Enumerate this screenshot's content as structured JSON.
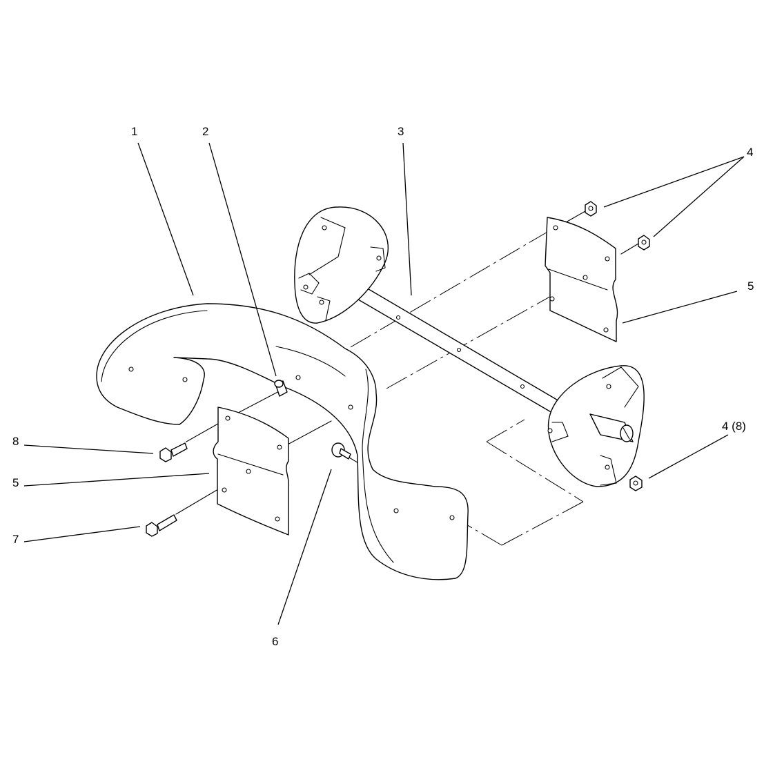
{
  "diagram": {
    "callouts": {
      "c1": "1",
      "c2": "2",
      "c3": "3",
      "c4_top": "4",
      "c5_right": "5",
      "c4_8": "4 (8)",
      "c8": "8",
      "c5_left": "5",
      "c7": "7",
      "c6": "6"
    }
  }
}
